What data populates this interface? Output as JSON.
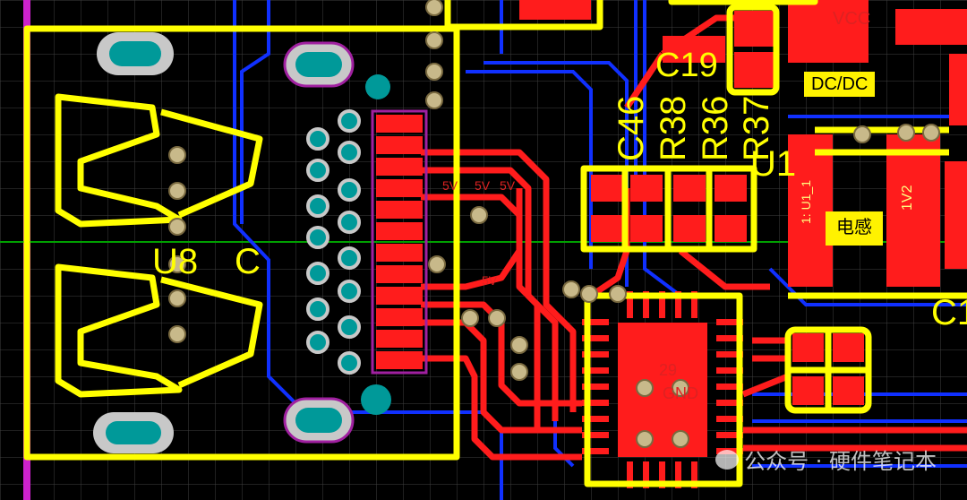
{
  "notes": {
    "dcdc_label": "DC/DC",
    "inductor_label": "电感"
  },
  "silkscreen": {
    "u8": "U8",
    "u8_suffix": "C",
    "c19": "C19",
    "c46": "C46",
    "r38": "R38",
    "r36": "R36",
    "r37": "R37",
    "u1": "U1",
    "u1_1": "1: U1_1",
    "v2": "1V2",
    "c_right": "C1",
    "vcc": "VCC",
    "pad_29": "29",
    "gnd": "GND",
    "net_5v": "5V"
  },
  "watermark": {
    "text": "公众号 · 硬件笔记本"
  },
  "colors": {
    "background": "#000000",
    "grid": "#3a3a3a",
    "top_copper": "#ff1c1c",
    "bottom_copper": "#1030ff",
    "silkscreen": "#ffff00",
    "pad_via": "#009999",
    "via_ring": "#b0b0b0",
    "outline": "#cc00cc",
    "ratsnest": "#00a000"
  }
}
